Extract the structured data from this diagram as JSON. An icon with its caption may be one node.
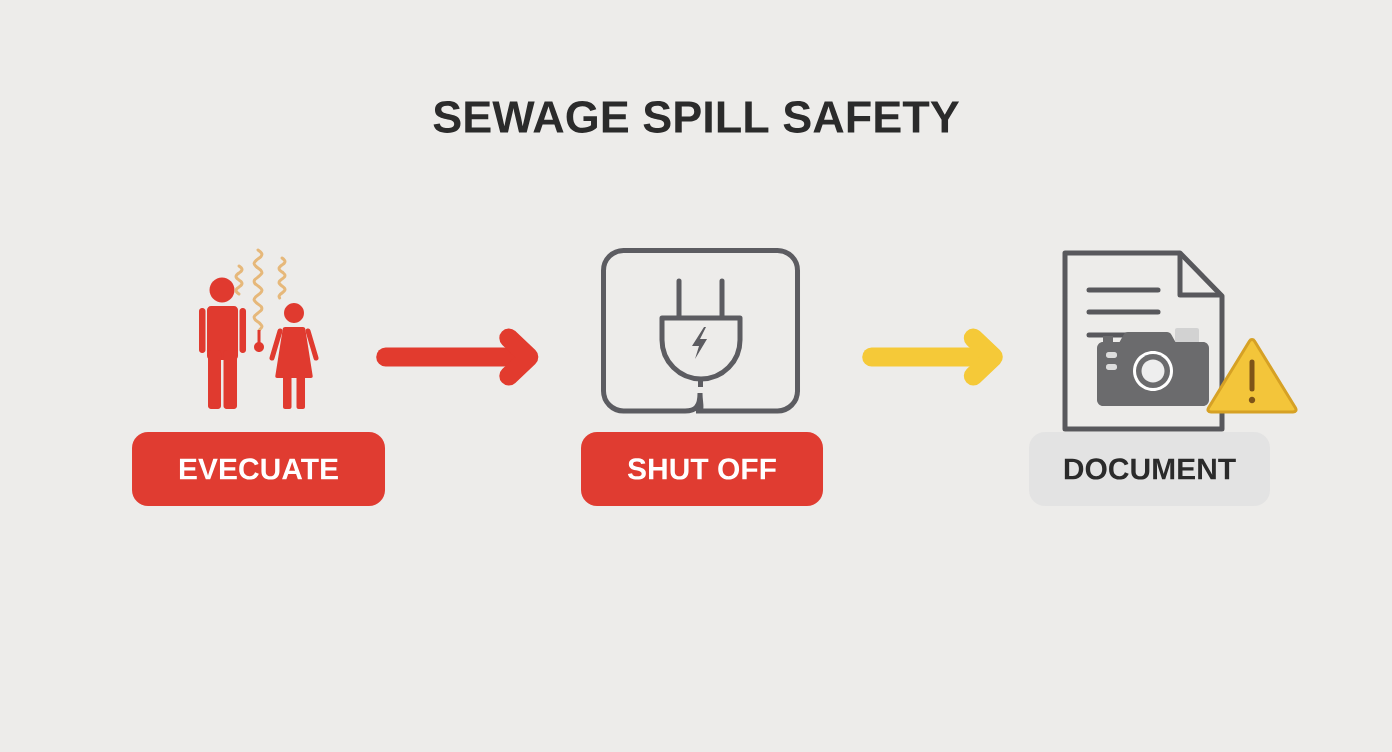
{
  "diagram": {
    "title": "SEWAGE SPILL SAFETY",
    "nodes": [
      {
        "text": [],
        "shape": "picture"
      },
      {
        "text": [
          "EVECUATE"
        ]
      },
      {
        "text": [],
        "shape": "picture"
      },
      {
        "text": [
          "SHUT OFF"
        ]
      },
      {
        "text": [],
        "shape": "picture"
      },
      {
        "text": [
          "DOCUMENT"
        ]
      }
    ],
    "edges": [
      {
        "from": 0,
        "to": 2,
        "arrow": "to",
        "color": "#e23b2e"
      },
      {
        "from": 2,
        "to": 4,
        "arrow": "to",
        "color": "#f5c938"
      }
    ]
  }
}
